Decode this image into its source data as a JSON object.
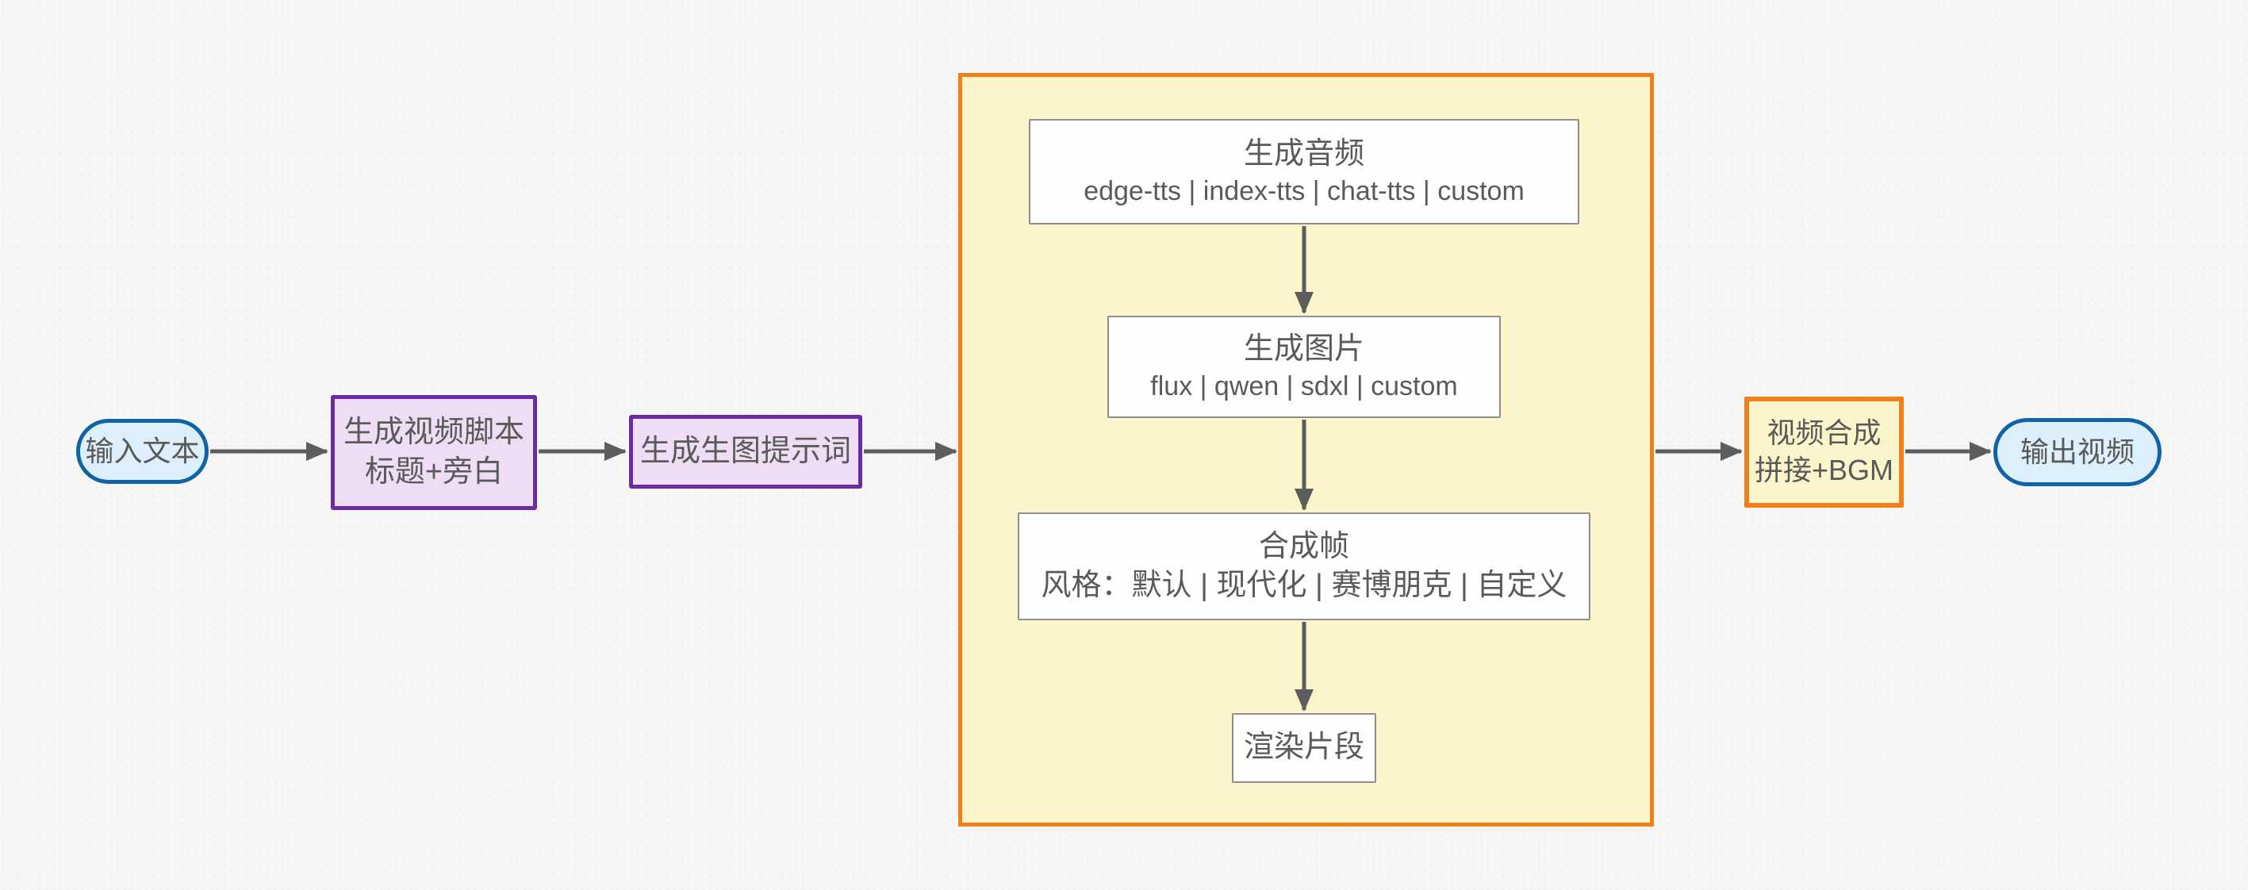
{
  "diagram": {
    "type": "flowchart",
    "direction": "left-to-right",
    "colors": {
      "background": "#f6f6f5",
      "terminal_border_blue": "#1063a6",
      "terminal_fill_blue": "#dceffa",
      "step_border_purple": "#6c2ba2",
      "step_fill_purple": "#eeddf4",
      "container_border_orange": "#f0801b",
      "container_fill_yellow": "#fcf4ca",
      "inner_box_border_gray": "#8f8f8f",
      "inner_box_fill_white": "#fefefe",
      "arrow_gray": "#5d5d5d",
      "text_gray": "#5a5a5a"
    },
    "nodes": {
      "input_text": {
        "shape": "stadium",
        "label": "输入文本"
      },
      "gen_script": {
        "shape": "rect",
        "label": "生成视频脚本",
        "sublabel": "标题+旁白"
      },
      "gen_prompt": {
        "shape": "rect",
        "label": "生成生图提示词"
      },
      "gen_audio": {
        "shape": "rect",
        "label": "生成音频",
        "sublabel": "edge-tts | index-tts | chat-tts | custom",
        "group": "pipeline-container"
      },
      "gen_image": {
        "shape": "rect",
        "label": "生成图片",
        "sublabel": "flux | qwen | sdxl | custom",
        "group": "pipeline-container"
      },
      "compose_frame": {
        "shape": "rect",
        "label": "合成帧",
        "sublabel": "风格：默认 | 现代化 | 赛博朋克 | 自定义",
        "group": "pipeline-container"
      },
      "render_clip": {
        "shape": "rect",
        "label": "渲染片段",
        "group": "pipeline-container"
      },
      "video_compose": {
        "shape": "rect",
        "label": "视频合成",
        "sublabel": "拼接+BGM"
      },
      "output_video": {
        "shape": "stadium",
        "label": "输出视频"
      }
    },
    "edges": [
      {
        "from": "input_text",
        "to": "gen_script"
      },
      {
        "from": "gen_script",
        "to": "gen_prompt"
      },
      {
        "from": "gen_prompt",
        "to": "pipeline-container"
      },
      {
        "from": "gen_audio",
        "to": "gen_image"
      },
      {
        "from": "gen_image",
        "to": "compose_frame"
      },
      {
        "from": "compose_frame",
        "to": "render_clip"
      },
      {
        "from": "pipeline-container",
        "to": "video_compose"
      },
      {
        "from": "video_compose",
        "to": "output_video"
      }
    ]
  }
}
